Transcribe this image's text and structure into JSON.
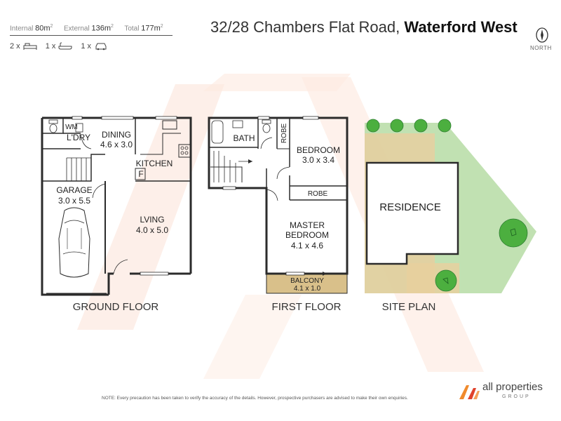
{
  "header": {
    "internal_label": "Internal",
    "internal_value": "80m",
    "external_label": "External",
    "external_value": "136m",
    "total_label": "Total",
    "total_value": "177m",
    "area_sup": "2",
    "address": "32/28 Chambers Flat Road,",
    "suburb": "Waterford West",
    "north_label": "NORTH",
    "bed_count": "2 x",
    "bath_count": "1 x",
    "car_count": "1 x"
  },
  "ground_floor": {
    "title": "GROUND FLOOR",
    "wm": "WM",
    "laundry": "L'DRY",
    "dining": "DINING",
    "dining_size": "4.6 x 3.0",
    "kitchen": "KITCHEN",
    "fridge": "F",
    "garage": "GARAGE",
    "garage_size": "3.0 x 5.5",
    "living": "LVING",
    "living_size": "4.0 x 5.0"
  },
  "first_floor": {
    "title": "FIRST FLOOR",
    "bath": "BATH",
    "robe_vertical": "ROBE",
    "bedroom": "BEDROOM",
    "bedroom_size": "3.0 x 3.4",
    "robe": "ROBE",
    "master": "MASTER",
    "master_bedroom": "BEDROOM",
    "master_size": "4.1 x 4.6",
    "balcony": "BALCONY",
    "balcony_size": "4.1 x 1.0"
  },
  "site_plan": {
    "title": "SITE PLAN",
    "residence": "RESIDENCE"
  },
  "footer": {
    "note": "NOTE: Every precaution has been taken to verify the accuracy of the details. However, prospective purchasers are advised to make their own enquiries.",
    "brand": "all properties",
    "brand_group": "GROUP"
  },
  "colors": {
    "wall": "#2b2b2b",
    "balcony": "#d9c08a",
    "site_green": "#9ccf8a",
    "site_sand": "#e2c89a",
    "tree": "#4caf3f",
    "watermark": "#fbe3d8",
    "logo_orange": "#f08a2c",
    "logo_red": "#e0422b"
  }
}
